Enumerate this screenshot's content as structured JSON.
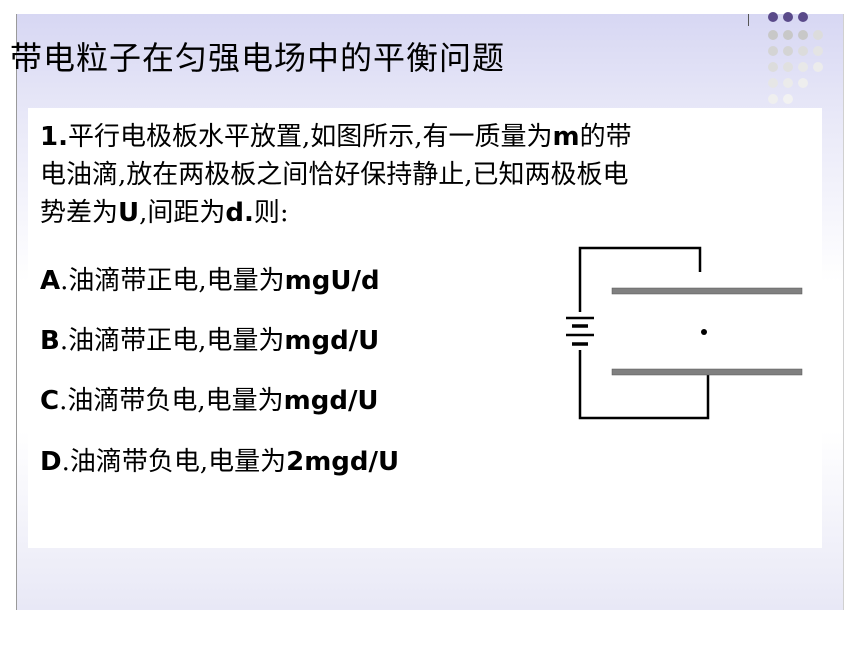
{
  "title": "带电粒子在匀强电场中的平衡问题",
  "question": {
    "number": "1.",
    "line1_text": "平行电极板水平放置,如图所示,有一质量为",
    "mass_symbol": "m",
    "line1_tail": "的带",
    "line2": "电油滴,放在两极板之间恰好保持静止,已知两极板电",
    "line3_head": "势差为",
    "voltage_symbol": "U",
    "line3_mid": ",间距为",
    "distance_symbol": "d.",
    "line3_tail": "则:"
  },
  "options": [
    {
      "letter": "A",
      "sep": ".",
      "text": "油滴带正电,电量为",
      "formula": "mgU/d"
    },
    {
      "letter": "B",
      "sep": ".",
      "text": "油滴带正电,电量为",
      "formula": "mgd/U"
    },
    {
      "letter": "C",
      "sep": ".",
      "text": "油滴带负电,电量为",
      "formula": "mgd/U"
    },
    {
      "letter": "D",
      "sep": ".",
      "text": "油滴带负电,电量为",
      "formula": "2mgd/U"
    }
  ],
  "colors": {
    "plate": "#808080",
    "dots": [
      "#5a4a8a",
      "#c8c8c8",
      "#e4e4e4"
    ]
  }
}
